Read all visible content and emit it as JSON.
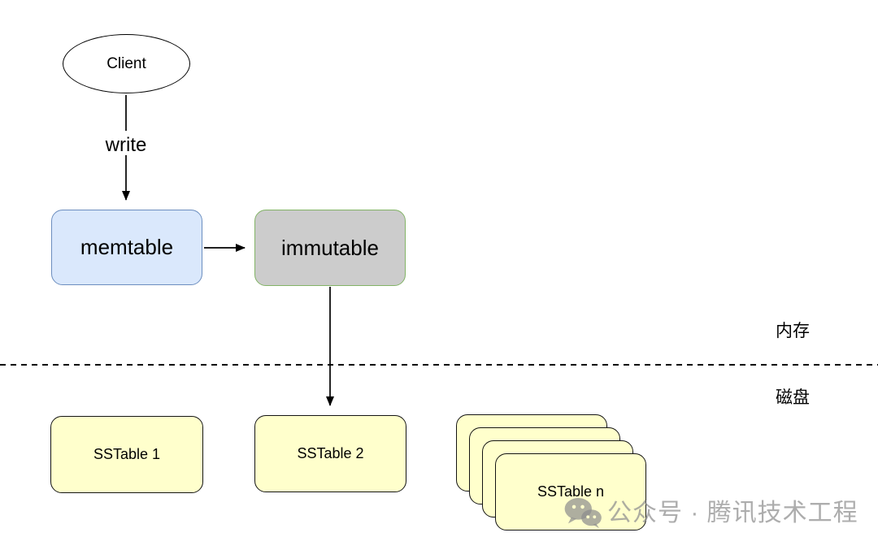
{
  "nodes": {
    "client": {
      "label": "Client"
    },
    "memtable": {
      "label": "memtable",
      "fill": "#dae8fc",
      "border": "#6c8ebf"
    },
    "immutable": {
      "label": "immutable",
      "fill": "#cccccc",
      "border": "#82b366"
    },
    "sstable1": {
      "label": "SSTable 1",
      "fill": "#ffffcc",
      "border": "#141414"
    },
    "sstable2": {
      "label": "SSTable 2",
      "fill": "#ffffcc",
      "border": "#141414"
    },
    "sstable_n": {
      "label": "SSTable n",
      "fill": "#ffffcc",
      "border": "#141414"
    }
  },
  "edges": {
    "client_to_memtable": {
      "label": "write"
    },
    "memtable_to_immutable": {
      "label": ""
    },
    "immutable_to_sstable2": {
      "label": ""
    }
  },
  "regions": {
    "memory": {
      "label": "内存"
    },
    "disk": {
      "label": "磁盘"
    }
  },
  "separator": {
    "style": "dashed",
    "color": "#000000"
  },
  "watermark": {
    "icon": "wechat-icon",
    "text": "公众号 · 腾讯技术工程",
    "color": "#b5b5b5"
  }
}
